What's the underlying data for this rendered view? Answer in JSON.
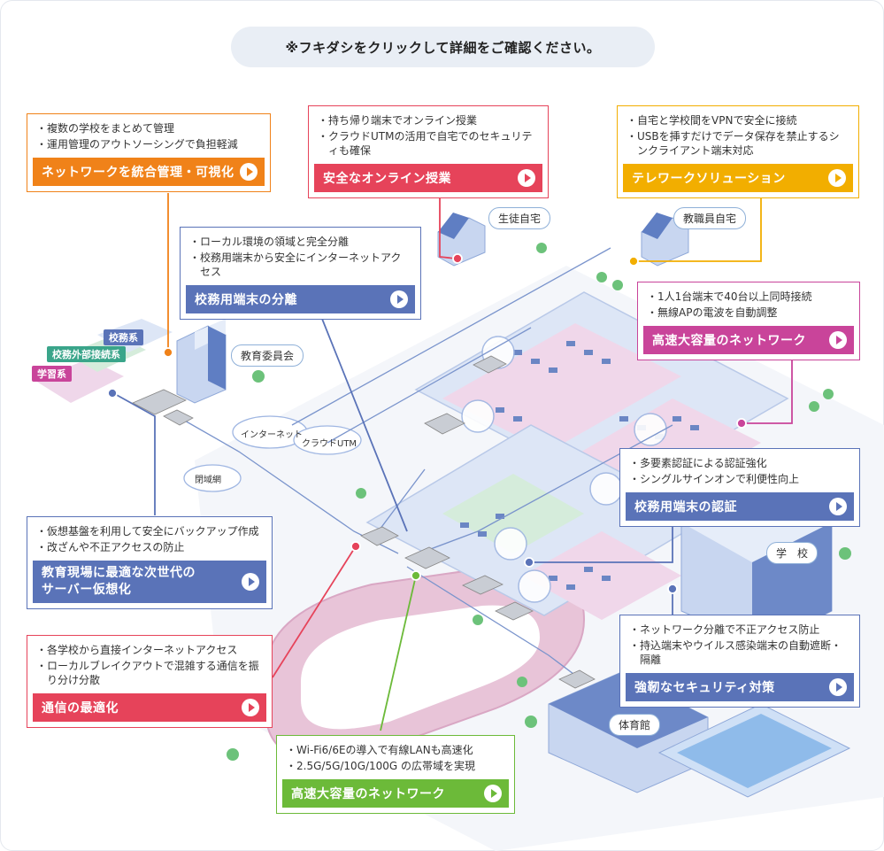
{
  "notice": "※フキダシをクリックして詳細をご確認ください。",
  "colors": {
    "orange": "#f08219",
    "red": "#e6435a",
    "yellow": "#f2ae00",
    "navy": "#5a73b8",
    "magenta": "#c9449a",
    "green": "#6cba39"
  },
  "callouts": {
    "integrated": {
      "items": [
        "複数の学校をまとめて管理",
        "運用管理のアウトソーシングで負担軽減"
      ],
      "button": "ネットワークを統合管理・可視化"
    },
    "online": {
      "items": [
        "持ち帰り端末でオンライン授業",
        "クラウドUTMの活用で自宅でのセキュリティも確保"
      ],
      "button": "安全なオンライン授業"
    },
    "telework": {
      "items": [
        "自宅と学校間をVPNで安全に接続",
        "USBを挿すだけでデータ保存を禁止するシンクライアント端末対応"
      ],
      "button": "テレワークソリューション"
    },
    "separation": {
      "items": [
        "ローカル環境の領域と完全分離",
        "校務用端末から安全にインターネットアクセス"
      ],
      "button": "校務用端末の分離"
    },
    "capacity_top": {
      "items": [
        "1人1台端末で40台以上同時接続",
        "無線APの電波を自動調整"
      ],
      "button": "高速大容量のネットワーク"
    },
    "auth": {
      "items": [
        "多要素認証による認証強化",
        "シングルサインオンで利便性向上"
      ],
      "button": "校務用端末の認証"
    },
    "virtual": {
      "items": [
        "仮想基盤を利用して安全にバックアップ作成",
        "改ざんや不正アクセスの防止"
      ],
      "button_line1": "教育現場に最適な次世代の",
      "button_line2": "サーバー仮想化"
    },
    "security": {
      "items": [
        "ネットワーク分離で不正アクセス防止",
        "持込端末やウイルス感染端末の自動遮断・隔離"
      ],
      "button": "強靭なセキュリティ対策"
    },
    "optimize": {
      "items": [
        "各学校から直接インターネットアクセス",
        "ローカルブレイクアウトで混雑する通信を振り分け分散"
      ],
      "button": "通信の最適化"
    },
    "capacity_bottom": {
      "items": [
        "Wi-Fi6/6Eの導入で有線LANも高速化",
        "2.5G/5G/10G/100G の広帯域を実現"
      ],
      "button": "高速大容量のネットワーク"
    }
  },
  "places": {
    "student_home": "生徒自宅",
    "staff_home": "教職員自宅",
    "board": "教育委員会",
    "school": "学　校",
    "gym": "体育館"
  },
  "systems": {
    "admin": "校務系",
    "external": "校務外部接続系",
    "learning": "学習系"
  },
  "clouds": {
    "internet": "インターネット",
    "cloud_utm": "クラウドUTM",
    "closed": "閉域網"
  }
}
